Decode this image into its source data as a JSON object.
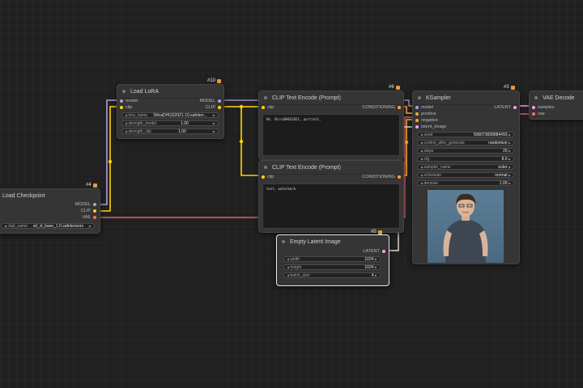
{
  "nodes": {
    "load_checkpoint": {
      "title": "Load Checkpoint",
      "id": "#4",
      "outputs": [
        "MODEL",
        "CLIP",
        "VAE"
      ],
      "widgets": [
        {
          "name": "ckpt_name",
          "value": "sd_xl_base_1.0.safetensors"
        }
      ]
    },
    "load_lora": {
      "title": "Load LoRA",
      "id": "#10",
      "inputs": [
        "model",
        "clip"
      ],
      "outputs": [
        "MODEL",
        "CLIP"
      ],
      "widgets": [
        {
          "name": "lora_name",
          "value": "ShiraDHGS2021-10.safeten..."
        },
        {
          "name": "strength_model",
          "value": "1.00"
        },
        {
          "name": "strength_clip",
          "value": "1.00"
        }
      ]
    },
    "clip_pos": {
      "title": "CLIP Text Encode (Prompt)",
      "id": "#6",
      "input": "clip",
      "output": "CONDITIONING",
      "text": "8k, ShiraDHGS2021, portrait,"
    },
    "clip_neg": {
      "title": "CLIP Text Encode (Prompt)",
      "input": "clip",
      "output": "CONDITIONING",
      "text": "text, watermark"
    },
    "empty_latent": {
      "title": "Empty Latent Image",
      "id": "#5",
      "output": "LATENT",
      "widgets": [
        {
          "name": "width",
          "value": "1024"
        },
        {
          "name": "height",
          "value": "1024"
        },
        {
          "name": "batch_size",
          "value": "4"
        }
      ]
    },
    "ksampler": {
      "title": "KSampler",
      "id": "#3",
      "inputs": [
        "model",
        "positive",
        "negative",
        "latent_image"
      ],
      "output": "LATENT",
      "widgets": [
        {
          "name": "seed",
          "value": "506073658884493"
        },
        {
          "name": "control_after_generate",
          "value": "randomize"
        },
        {
          "name": "steps",
          "value": "20"
        },
        {
          "name": "cfg",
          "value": "8.0"
        },
        {
          "name": "sampler_name",
          "value": "euler"
        },
        {
          "name": "scheduler",
          "value": "normal"
        },
        {
          "name": "denoise",
          "value": "1.00"
        }
      ]
    },
    "vae_decode": {
      "title": "VAE Decode",
      "inputs": [
        "samples",
        "vae"
      ]
    }
  },
  "colors": {
    "model": "#b39ddb",
    "clip": "#ffd500",
    "vae": "#ff6e6e",
    "conditioning": "#ffa931",
    "latent": "#ff9cf9"
  }
}
